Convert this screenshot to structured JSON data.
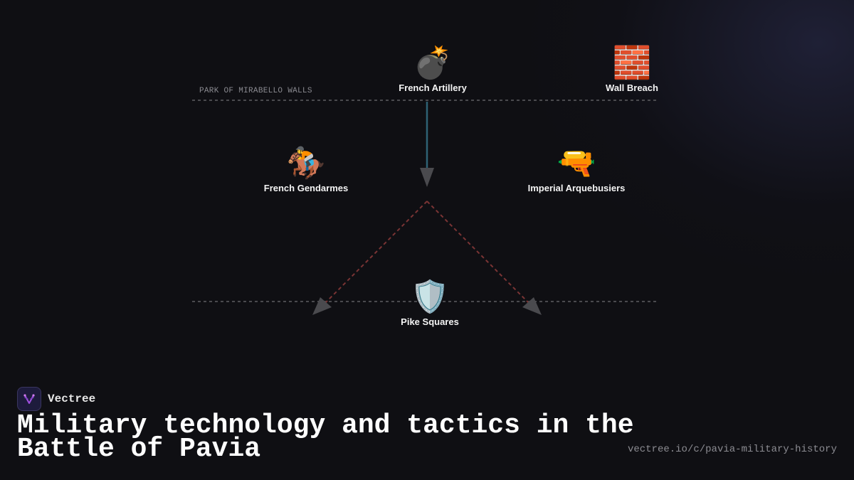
{
  "zone_label": "PARK OF MIRABELLO WALLS",
  "nodes": {
    "french_artillery": {
      "icon": "💣",
      "icon_name": "bomb-icon",
      "label": "French Artillery"
    },
    "wall_breach": {
      "icon": "🧱",
      "icon_name": "brick-wall-icon",
      "label": "Wall Breach"
    },
    "french_gendarmes": {
      "icon": "🏇",
      "icon_name": "horse-racing-icon",
      "label": "French Gendarmes"
    },
    "imperial_arquebusiers": {
      "icon": "🔫",
      "icon_name": "pistol-icon",
      "label": "Imperial Arquebusiers"
    },
    "pike_squares": {
      "icon": "🛡️",
      "icon_name": "shield-icon",
      "label": "Pike Squares"
    }
  },
  "colors": {
    "background": "#0f0f13",
    "solid_edge": "#2f6275",
    "dashed_edge": "#7a3434",
    "arrowhead": "#4a4a4e",
    "divider": "#4a4a4e"
  },
  "brand": {
    "name": "Vectree"
  },
  "title": "Military technology and tactics in the Battle of Pavia",
  "url": "vectree.io/c/pavia-military-history"
}
